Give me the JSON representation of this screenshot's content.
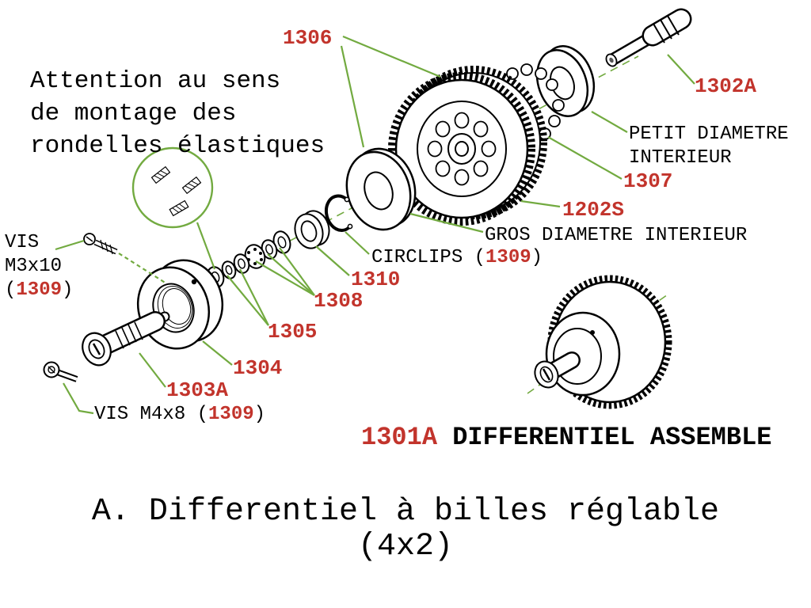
{
  "colors": {
    "label_red": "#c2342c",
    "leader_green": "#72aa40",
    "ink": "#000000",
    "paper": "#ffffff"
  },
  "note": {
    "line1": "Attention au sens",
    "line2": "de montage des",
    "line3": "rondelles élastiques"
  },
  "labels": {
    "p1306": "1306",
    "p1302A": "1302A",
    "petit_line1": "PETIT DIAMETRE",
    "petit_line2": "INTERIEUR",
    "p1307": "1307",
    "p1202S": "1202S",
    "gros": "GROS DIAMETRE INTERIEUR",
    "circlips_prefix": "CIRCLIPS (",
    "circlips_num": "1309",
    "circlips_suffix": ")",
    "p1310": "1310",
    "p1308": "1308",
    "p1305": "1305",
    "vis_m3_line1": "VIS",
    "vis_m3_line2": "M3x10",
    "vis_m3_open": "(",
    "vis_m3_num": "1309",
    "vis_m3_close": ")",
    "p1304": "1304",
    "p1303A": "1303A",
    "vis_m4_prefix": "VIS M4x8 (",
    "vis_m4_num": "1309",
    "vis_m4_suffix": ")",
    "assembled_num": "1301A",
    "assembled_text": "DIFFERENTIEL ASSEMBLE"
  },
  "title": {
    "line1": "A. Differentiel à billes réglable",
    "line2": "(4x2)"
  }
}
